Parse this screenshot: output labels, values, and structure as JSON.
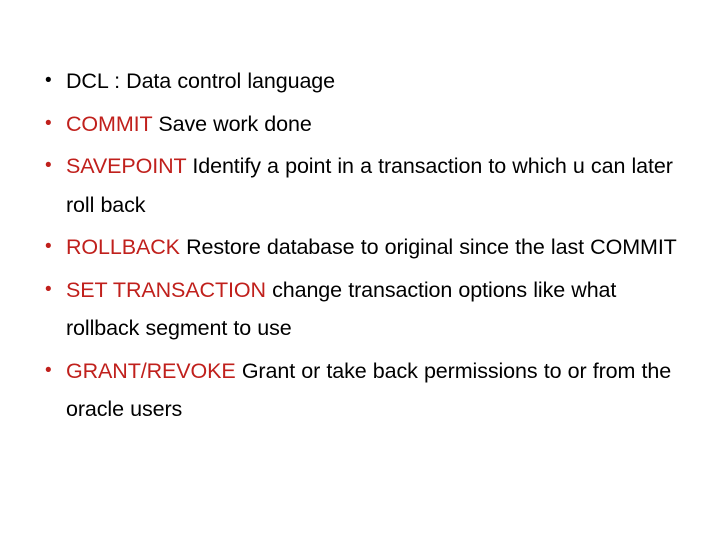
{
  "slide": {
    "background_color": "#ffffff",
    "text_color": "#000000",
    "accent_color": "#C0201C",
    "bullet_glyph": "•",
    "items": [
      {
        "keyword": "DCL",
        "keyword_color": "#000000",
        "bullet_color": "#000000",
        "description": " : Data control language",
        "full_text": "DCL : Data control language"
      },
      {
        "keyword": "COMMIT",
        "keyword_color": "#C0201C",
        "bullet_color": "#C0201C",
        "description": " Save work done",
        "full_text": "COMMIT Save work done"
      },
      {
        "keyword": "SAVEPOINT",
        "keyword_color": "#C0201C",
        "bullet_color": "#C0201C",
        "description": " Identify a point in a transaction to which u can later roll back",
        "full_text": "SAVEPOINT Identify a point in a transaction to which u can later roll back"
      },
      {
        "keyword": "ROLLBACK",
        "keyword_color": "#C0201C",
        "bullet_color": "#C0201C",
        "description": " Restore database to original since the last COMMIT",
        "full_text": "ROLLBACK Restore database to original since the last COMMIT"
      },
      {
        "keyword": "SET TRANSACTION",
        "keyword_color": "#C0201C",
        "bullet_color": "#C0201C",
        "description": " change transaction options like what rollback segment to use",
        "full_text": "SET TRANSACTION change transaction options like what rollback segment to use"
      },
      {
        "keyword": "GRANT/REVOKE",
        "keyword_color": "#C0201C",
        "bullet_color": "#C0201C",
        "description": " Grant or take back permissions to or from the oracle users",
        "full_text": "GRANT/REVOKE Grant or take back permissions to or from the oracle users"
      }
    ]
  }
}
